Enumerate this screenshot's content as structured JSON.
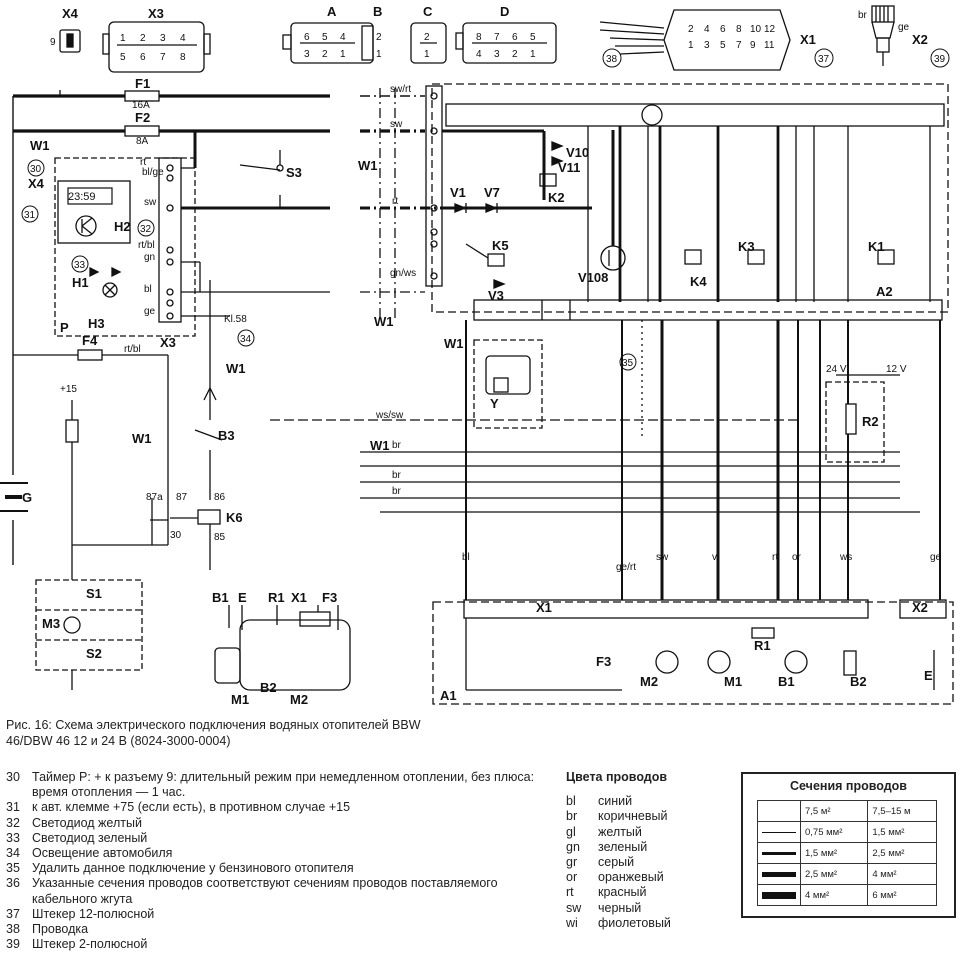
{
  "figure": {
    "caption": "Рис. 16: Схема электрического подключения водяных отопителей BBW 46/DBW 46 12 и 24 В (8024-3000-0004)"
  },
  "connectors": {
    "x4": "X4",
    "x3": "X3",
    "a": "A",
    "b": "B",
    "c": "C",
    "d": "D",
    "x1": "X1",
    "x2": "X2",
    "x4_pin": "9",
    "x3_pins_top": [
      "1",
      "2",
      "3",
      "4"
    ],
    "x3_pins_bottom": [
      "5",
      "6",
      "7",
      "8"
    ],
    "a_pins_top": [
      "6",
      "5",
      "4"
    ],
    "a_pins_bottom": [
      "3",
      "2",
      "1"
    ],
    "b_pins": [
      "2",
      "1"
    ],
    "c_pins": [
      "2",
      "1"
    ],
    "d_pins_top": [
      "8",
      "7",
      "6",
      "5"
    ],
    "d_pins_bottom": [
      "4",
      "3",
      "2",
      "1"
    ],
    "x1_pins_top": [
      "2",
      "4",
      "6",
      "8",
      "10",
      "12"
    ],
    "x1_pins_bottom": [
      "1",
      "3",
      "5",
      "7",
      "9",
      "11"
    ],
    "x2_wires": [
      "br",
      "ge"
    ],
    "callouts": [
      "38",
      "37",
      "39"
    ]
  },
  "components": {
    "f1": "F1",
    "f1_rating": "16A",
    "f2": "F2",
    "f2_rating": "8A",
    "f4": "F4",
    "w1": "W1",
    "s3": "S3",
    "v1": "V1",
    "v7": "V7",
    "v10": "V10",
    "v11": "V11",
    "v3": "V3",
    "v108": "V108",
    "k1": "K1",
    "k2": "K2",
    "k3": "K3",
    "k4": "K4",
    "k5": "K5",
    "k6": "K6",
    "a1": "A1",
    "a2": "A2",
    "b1": "B1",
    "b2": "B2",
    "b3": "B3",
    "h1": "H1",
    "h2": "H2",
    "h3": "H3",
    "p": "P",
    "y": "Y",
    "g": "G",
    "m1": "M1",
    "m2": "M2",
    "m3": "M3",
    "s1": "S1",
    "s2": "S2",
    "r1": "R1",
    "r2": "R2",
    "f3": "F3",
    "e": "E",
    "timer_display": "23:59",
    "kl58": "Kl.58",
    "plus15": "+15",
    "v24": "24 V",
    "v12": "12 V",
    "relay_pins": [
      "87a",
      "87",
      "86",
      "30",
      "85"
    ],
    "callouts": [
      "30",
      "31",
      "32",
      "33",
      "34",
      "35"
    ]
  },
  "wire_labels": {
    "sw_rt": "sw/rt",
    "sw": "sw",
    "rt": "rt",
    "bl_ge": "bl/ge",
    "rt_bl": "rt/bl",
    "gn": "gn",
    "bl": "bl",
    "ge": "ge",
    "br": "br",
    "gn_ws": "gn/ws",
    "ws_sw": "ws/sw",
    "ge_rt": "ge/rt",
    "vi": "vi",
    "or": "or",
    "ws": "ws"
  },
  "notes": [
    {
      "num": "30",
      "text": "Таймер P: + к разъему 9: длительный режим при немедленном отоплении, без плюса: время отопления — 1 час."
    },
    {
      "num": "31",
      "text": "к авт. клемме +75 (если есть), в противном случае +15"
    },
    {
      "num": "32",
      "text": "Светодиод желтый"
    },
    {
      "num": "33",
      "text": "Светодиод зеленый"
    },
    {
      "num": "34",
      "text": "Освещение автомобиля"
    },
    {
      "num": "35",
      "text": "Удалить данное подключение у бензинового отопителя"
    },
    {
      "num": "36",
      "text": "Указанные сечения проводов соответствуют сечениям проводов поставляемого кабельного жгута"
    },
    {
      "num": "37",
      "text": "Штекер 12-полюсной"
    },
    {
      "num": "38",
      "text": "Проводка"
    },
    {
      "num": "39",
      "text": "Штекер 2-полюсной"
    }
  ],
  "wire_colors": {
    "title": "Цвета проводов",
    "items": [
      {
        "code": "bl",
        "name": "синий"
      },
      {
        "code": "br",
        "name": "коричневый"
      },
      {
        "code": "gl",
        "name": "желтый"
      },
      {
        "code": "gn",
        "name": "зеленый"
      },
      {
        "code": "gr",
        "name": "серый"
      },
      {
        "code": "or",
        "name": "оранжевый"
      },
      {
        "code": "rt",
        "name": "красный"
      },
      {
        "code": "sw",
        "name": "черный"
      },
      {
        "code": "wi",
        "name": "фиолетовый"
      }
    ]
  },
  "wire_sections": {
    "title": "Сечения проводов",
    "header": [
      "7,5 м²",
      "7,5–15 м"
    ],
    "rows": [
      {
        "short": "0,75 мм²",
        "long": "1,5 мм²",
        "weight": 1
      },
      {
        "short": "1,5 мм²",
        "long": "2,5 мм²",
        "weight": 3
      },
      {
        "short": "2,5 мм²",
        "long": "4 мм²",
        "weight": 5
      },
      {
        "short": "4 мм²",
        "long": "6 мм²",
        "weight": 7
      }
    ]
  }
}
